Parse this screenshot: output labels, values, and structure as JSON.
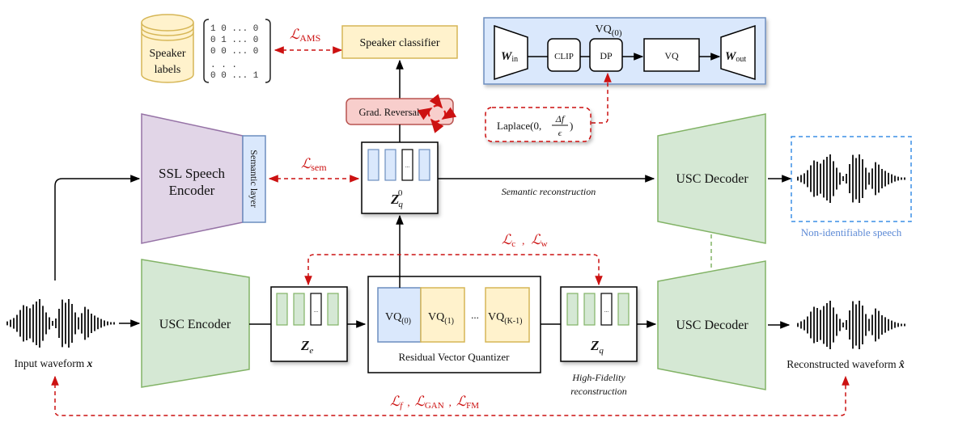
{
  "colors": {
    "green_fill": "#d5e8d4",
    "green_stroke": "#82b366",
    "purple_fill": "#e1d5e7",
    "purple_stroke": "#9673a6",
    "blue_fill": "#dae8fc",
    "blue_stroke": "#6c8ebf",
    "yellow_fill": "#fff2cc",
    "yellow_stroke": "#d6b656",
    "red_fill": "#f8cecc",
    "red_stroke": "#b85450",
    "loss_red": "#cc1111",
    "nonid_blue": "#3c8fe6"
  },
  "speaker_labels": {
    "line1": "Speaker",
    "line2": "labels",
    "matrix_rows": [
      "1 0 ... 0",
      "0 1 ... 0",
      "0 0 ... 0",
      ".  .     .",
      "0 0 ... 1"
    ]
  },
  "losses": {
    "ams": {
      "base": "ℒ",
      "sub": "AMS"
    },
    "sem": {
      "base": "ℒ",
      "sub": "sem"
    },
    "cw": {
      "a_base": "ℒ",
      "a_sub": "c",
      "sep": ",",
      "b_base": "ℒ",
      "b_sub": "w"
    },
    "recon": {
      "a_base": "ℒ",
      "a_sub": "f",
      "sep1": ",",
      "b_base": "ℒ",
      "b_sub": "GAN",
      "sep2": ",",
      "c_base": "ℒ",
      "c_sub": "FM"
    }
  },
  "speaker_classifier": "Speaker classifier",
  "grad_reversal": "Grad. Reversal",
  "vq0_panel": {
    "title": "VQ",
    "title_sub": "(0)",
    "w_in": {
      "base": "W",
      "sub": "in"
    },
    "clip": "CLIP",
    "dp": "DP",
    "vq": "VQ",
    "w_out": {
      "base": "W",
      "sub": "out"
    }
  },
  "laplace": {
    "prefix": "Laplace(0,",
    "num": "Δf",
    "den": "ϵ",
    "suffix": ")"
  },
  "ssl_encoder": {
    "line1": "SSL Speech",
    "line2": "Encoder",
    "semantic_layer": "Semantic layer"
  },
  "zq0": {
    "base": "Z",
    "sub": "q",
    "sup": "0",
    "ellipsis": "..."
  },
  "semantic_reconstruction": "Semantic reconstruction",
  "usc_decoder_top": "USC Decoder",
  "usc_decoder_bottom": "USC Decoder",
  "usc_encoder": "USC Encoder",
  "non_identifiable": "Non-identifiable speech",
  "ze": {
    "base": "Z",
    "sub": "e",
    "ellipsis": "..."
  },
  "zq": {
    "base": "Z",
    "sub": "q",
    "ellipsis": "..."
  },
  "rvq": {
    "title": "Residual Vector Quantizer",
    "blocks": [
      {
        "base": "VQ",
        "sub": "(0)"
      },
      {
        "base": "VQ",
        "sub": "(1)"
      },
      {
        "base": "VQ",
        "sub": "(K-1)"
      }
    ],
    "ellipsis": "..."
  },
  "high_fidelity": {
    "line1": "High-Fidelity",
    "line2": "reconstruction"
  },
  "input_waveform": {
    "label": "Input waveform ",
    "var": "x"
  },
  "reconstructed_waveform": {
    "label": "Reconstructed waveform ",
    "var": "x̂"
  },
  "waveform_amplitudes": [
    0.08,
    0.15,
    0.22,
    0.35,
    0.55,
    0.75,
    0.7,
    0.62,
    0.78,
    0.9,
    1.0,
    0.72,
    0.45,
    0.25,
    0.1,
    0.2,
    0.6,
    0.98,
    0.85,
    1.0,
    0.8,
    0.45,
    0.25,
    0.42,
    0.68,
    0.58,
    0.4,
    0.32,
    0.24,
    0.18,
    0.12,
    0.08,
    0.05,
    0.04
  ]
}
